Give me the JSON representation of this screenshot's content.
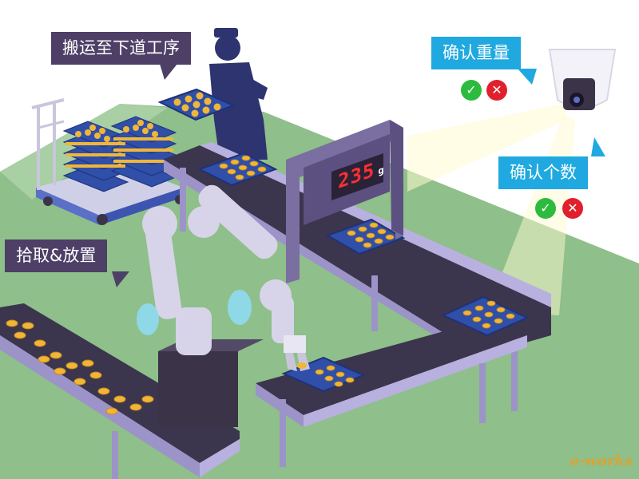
{
  "callouts": {
    "carry": "搬运至下道工序",
    "weight": "确认重量",
    "count": "确认个数",
    "pick": "拾取&放置"
  },
  "scale": {
    "reading": "235",
    "unit": "g"
  },
  "indicators": {
    "ok_symbol": "✓",
    "reject_symbol": "✕"
  },
  "watermark": "e-works",
  "colors": {
    "floor": "#8fbf8a",
    "conveyor_belt": "#3c354e",
    "conveyor_frame": "#9c93c8",
    "tray": "#2f4fa8",
    "product": "#f0b63a",
    "callout_dark": "#4d3f66",
    "callout_blue": "#1fa9e0",
    "ok_green": "#2cbb3e",
    "reject_red": "#e0202c",
    "robot_body": "#d7d3e8",
    "robot_joint": "#8fd8e8",
    "display_red": "#ff3030"
  }
}
